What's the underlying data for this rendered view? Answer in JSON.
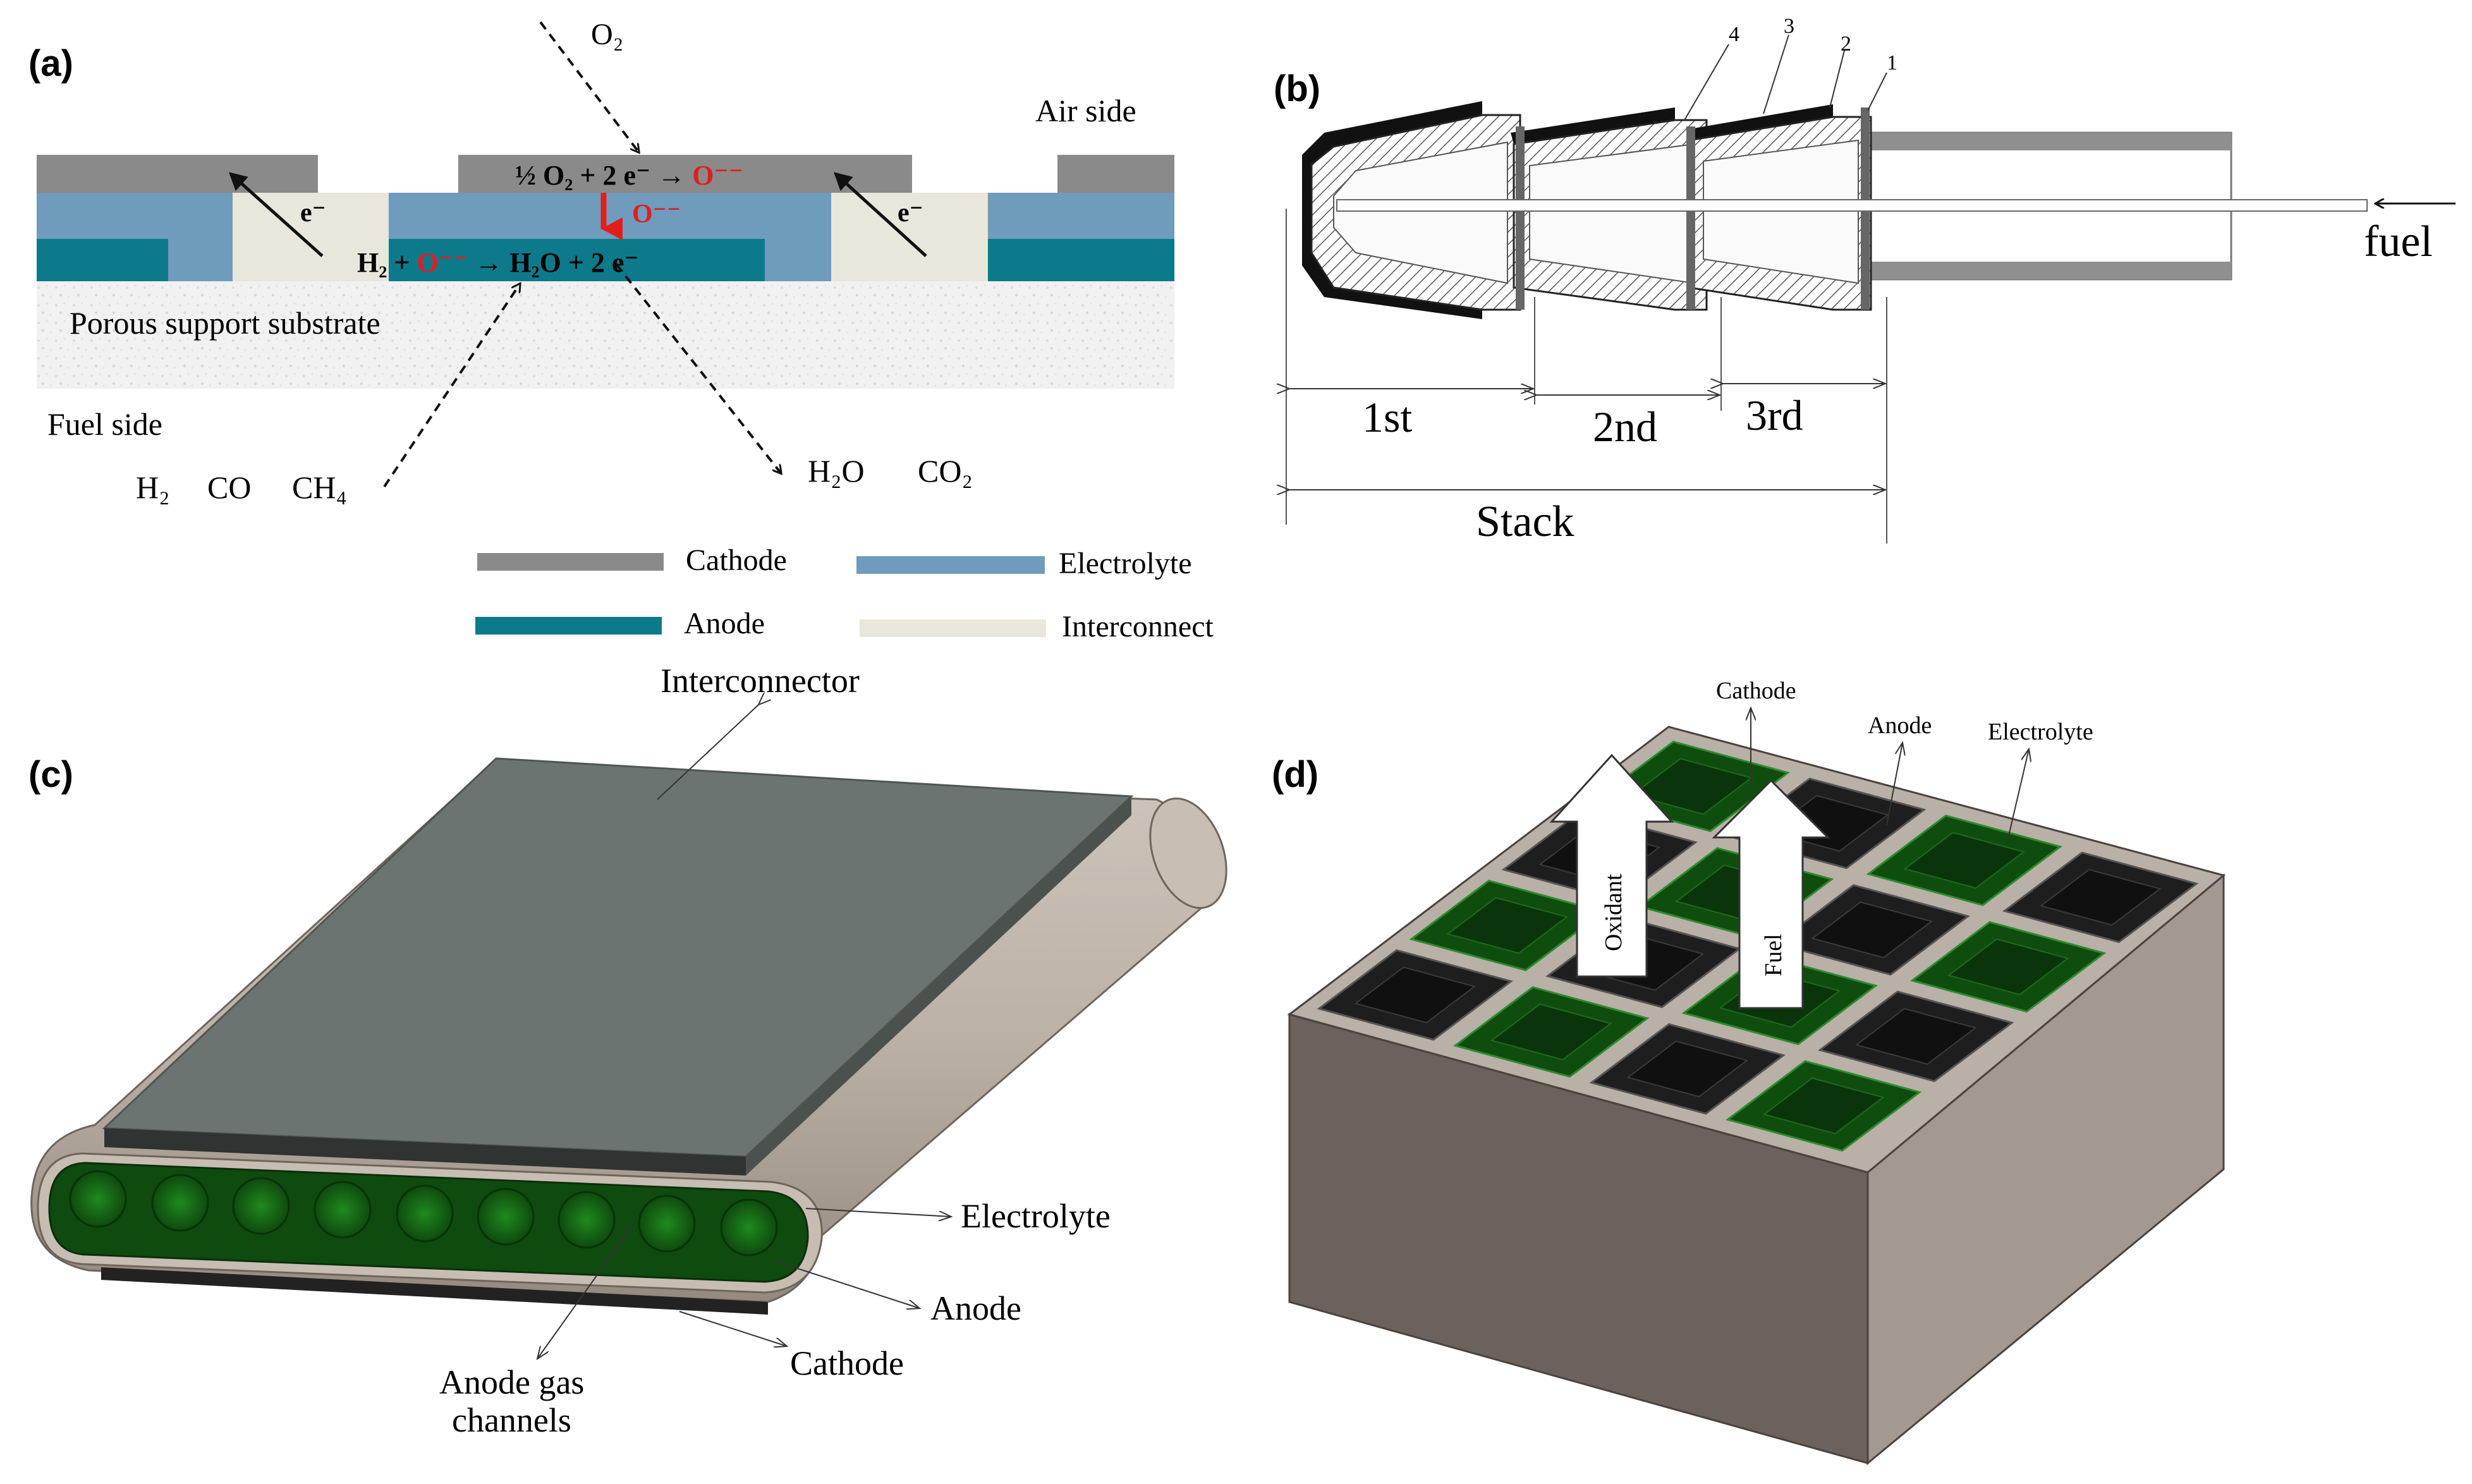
{
  "panels": {
    "a": {
      "letter": "(a)",
      "o2_top": "O₂",
      "air_side": "Air side",
      "fuel_side": "Fuel side",
      "substrate": "Porous support substrate",
      "cathode_reaction_pre": "½ O₂ + 2 e⁻ → ",
      "cathode_reaction_ion": "O⁻⁻",
      "transport_ion": "O⁻⁻",
      "anode_reaction_pre": "H₂ + ",
      "anode_reaction_ion": "O⁻⁻",
      "anode_reaction_post": " → H₂O + 2 e⁻",
      "electron_left": "e⁻",
      "electron_right": "e⁻",
      "fuels": [
        "H₂",
        "CO",
        "CH₄"
      ],
      "products": [
        "H₂O",
        "CO₂"
      ],
      "legend": [
        {
          "label": "Cathode",
          "color": "#8a8a8a"
        },
        {
          "label": "Electrolyte",
          "color": "#6f9bbd"
        },
        {
          "label": "Anode",
          "color": "#0d7a8c"
        },
        {
          "label": "Interconnect",
          "color": "#e9e6dc"
        }
      ]
    },
    "b": {
      "letter": "(b)",
      "part_numbers": [
        "4",
        "3",
        "2",
        "1"
      ],
      "fuel": "fuel",
      "dims": [
        "1st",
        "2nd",
        "3rd"
      ],
      "stack": "Stack"
    },
    "c": {
      "letter": "(c)",
      "interconnector": "Interconnector",
      "electrolyte": "Electrolyte",
      "anode": "Anode",
      "cathode": "Cathode",
      "channels_line1": "Anode gas",
      "channels_line2": "channels"
    },
    "d": {
      "letter": "(d)",
      "cathode": "Cathode",
      "anode": "Anode",
      "electrolyte": "Electrolyte",
      "oxidant": "Oxidant",
      "fuel": "Fuel"
    }
  },
  "colors": {
    "cathode": "#8a8a8a",
    "electrolyte": "#6f9bbd",
    "anode": "#0d7a8c",
    "interconnect": "#e9e6dc",
    "reaction_red": "#e21d1d",
    "cell_green": "#0f4d0f",
    "cell_black": "#1e1e1e",
    "block_side": "#6b625b",
    "block_top": "#b9b0a7"
  }
}
